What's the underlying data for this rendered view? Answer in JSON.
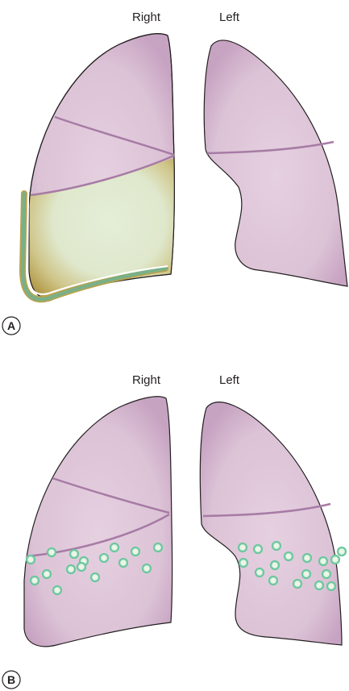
{
  "panels": [
    {
      "letter": "A",
      "right_label": "Right",
      "left_label": "Left"
    },
    {
      "letter": "B",
      "right_label": "Right",
      "left_label": "Left"
    }
  ],
  "colors": {
    "lung_fill": "#dcc3d6",
    "lung_edge": "#b98fb2",
    "fissure": "#a77ba5",
    "effusion_center": "#e3edd6",
    "effusion_edge": "#bca95a",
    "pleura_green": "#79b088",
    "nodule_ring": "#6cc7a0",
    "nodule_center": "#eef6e8"
  }
}
